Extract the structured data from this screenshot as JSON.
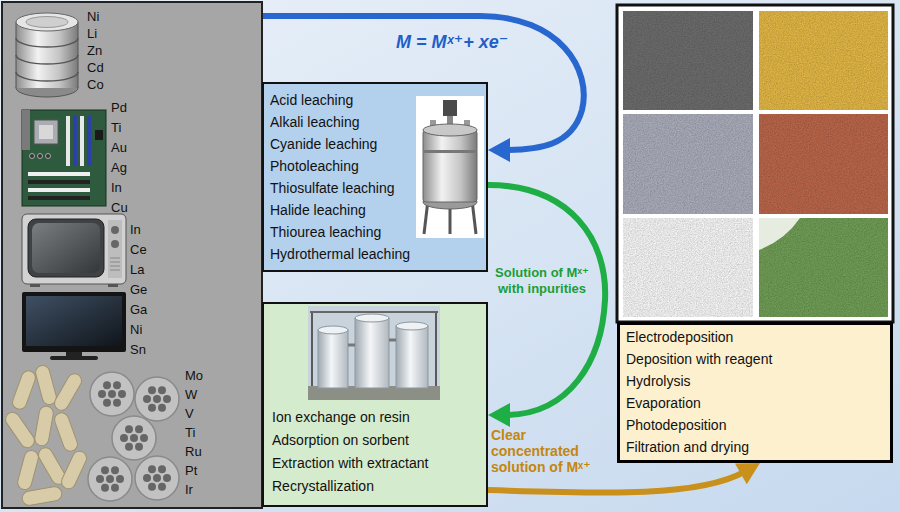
{
  "diagram": {
    "nodes": [
      {
        "text": [
          "Ni Li Zn Cd Co",
          "Pd Ti Au Ag In Cu",
          "In Ce La Ge Ga Ni Sn",
          "Mo W V Ti Ru Pt Ir"
        ]
      },
      {
        "text": [
          "Acid leaching",
          "Alkali leaching",
          "Cyanide leaching",
          "Photoleaching",
          "Thiosulfate leaching",
          "Halide leaching",
          "Thiourea leaching",
          "Hydrothermal leaching"
        ]
      },
      {
        "text": [
          "Ion exchange on resin",
          "Adsorption on sorbent",
          "Extraction with extractant",
          "Recrystallization"
        ]
      },
      {
        "text": [
          "Electrodeposition",
          "Deposition with reagent",
          "Hydrolysis",
          "Evaporation",
          "Photodeposition",
          "Filtration and drying"
        ]
      }
    ],
    "edges": [
      {
        "from": 0,
        "to": 1,
        "arrow": "to",
        "label": "M = Mˣ⁺+ xe⁻"
      },
      {
        "from": 1,
        "to": 2,
        "arrow": "to",
        "label": "Solution of Mˣ⁺ with inpurities"
      },
      {
        "from": 2,
        "to": 3,
        "arrow": "to",
        "label": "Clear concentrated solution of Mˣ⁺"
      }
    ]
  }
}
